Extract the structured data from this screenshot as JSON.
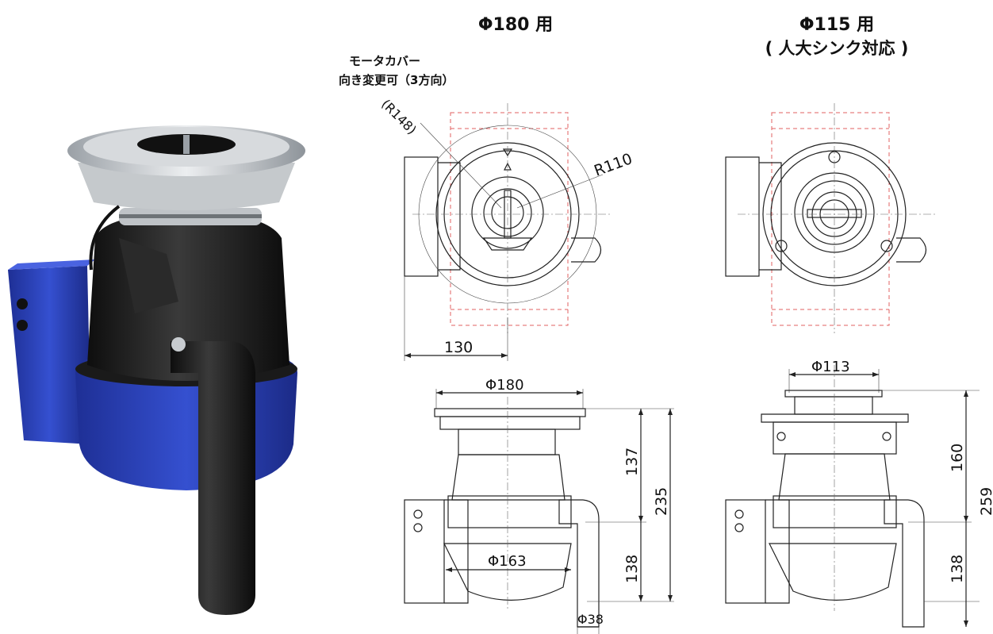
{
  "variant_180": {
    "title": "Φ180 用"
  },
  "variant_115": {
    "title": "Φ115 用",
    "subtitle": "( 人大シンク対応 )"
  },
  "note": {
    "line1": "モータカバー",
    "line2": "向き変更可（3方向）"
  },
  "dimensions": {
    "r148": "(R148)",
    "r110": "R110",
    "w130": "130",
    "d180": "Φ180",
    "h137": "137",
    "h235": "235",
    "d163": "Φ163",
    "h138_left": "138",
    "d38": "Φ38",
    "d113": "Φ113",
    "h160": "160",
    "h259": "259",
    "h138_right": "138"
  },
  "colors": {
    "body_blue": "#2b3fb8",
    "body_black": "#1c1c1c",
    "flange_silver": "#c9cdd2",
    "dashed_outline": "#e06060"
  }
}
